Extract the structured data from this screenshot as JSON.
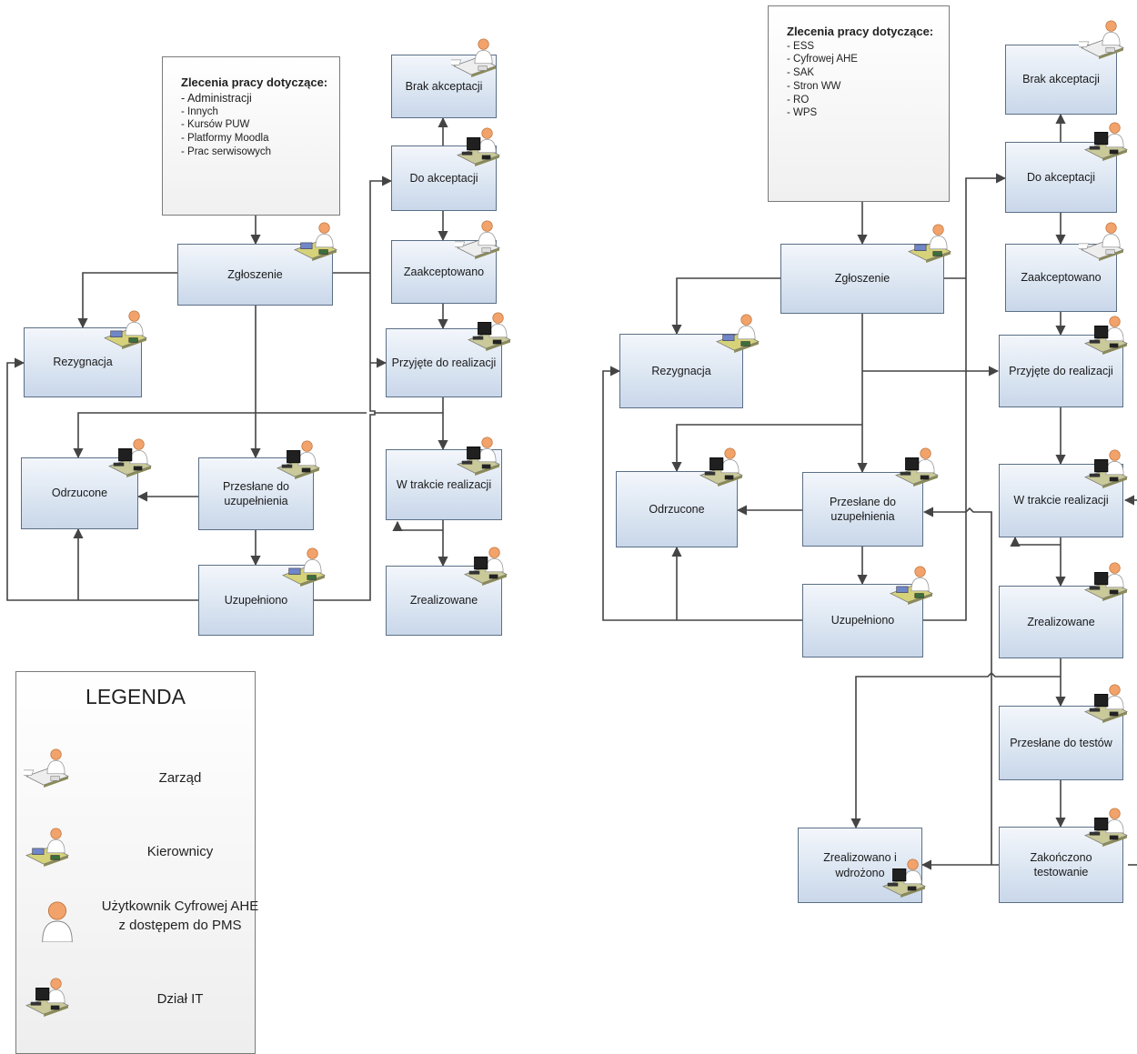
{
  "left": {
    "note": {
      "title": "Zlecenia pracy dotyczące:",
      "items": [
        "- Administracji",
        "- Innych",
        "- Kursów PUW",
        "- Platformy Moodla",
        "- Prac serwisowych"
      ]
    },
    "boxes": {
      "zgloszenie": "Zgłoszenie",
      "rezygnacja": "Rezygnacja",
      "odrzucone": "Odrzucone",
      "przeslane": "Przesłane do uzupełnienia",
      "uzupelniono": "Uzupełniono",
      "brak": "Brak akceptacji",
      "do_akceptacji": "Do akceptacji",
      "zaakceptowano": "Zaakceptowano",
      "przyjete": "Przyjęte do realizacji",
      "w_trakcie": "W trakcie realizacji",
      "zrealizowane": "Zrealizowane"
    }
  },
  "right": {
    "note": {
      "title": "Zlecenia pracy dotyczące:",
      "items": [
        "- ESS",
        "- Cyfrowej AHE",
        "- SAK",
        "- Stron WW",
        "- RO",
        "- WPS"
      ]
    },
    "boxes": {
      "zgloszenie": "Zgłoszenie",
      "rezygnacja": "Rezygnacja",
      "odrzucone": "Odrzucone",
      "przeslane": "Przesłane do uzupełnienia",
      "uzupelniono": "Uzupełniono",
      "brak": "Brak akceptacji",
      "do_akceptacji": "Do akceptacji",
      "zaakceptowano": "Zaakceptowano",
      "przyjete": "Przyjęte do realizacji",
      "w_trakcie": "W trakcie realizacji",
      "zrealizowane": "Zrealizowane",
      "przeslane_testy": "Przesłane do testów",
      "zakonczono": "Zakończono testowanie",
      "wdrozono": "Zrealizowano i wdrożono"
    }
  },
  "legend": {
    "title": "LEGENDA",
    "items": [
      {
        "label": "Zarząd",
        "icon": "management-desk-icon"
      },
      {
        "label": "Kierownicy",
        "icon": "manager-desk-icon"
      },
      {
        "label": "Użytkownik Cyfrowej AHE z dostępem do PMS",
        "icon": "user-icon"
      },
      {
        "label": "Dział IT",
        "icon": "it-department-computer-icon"
      }
    ]
  }
}
